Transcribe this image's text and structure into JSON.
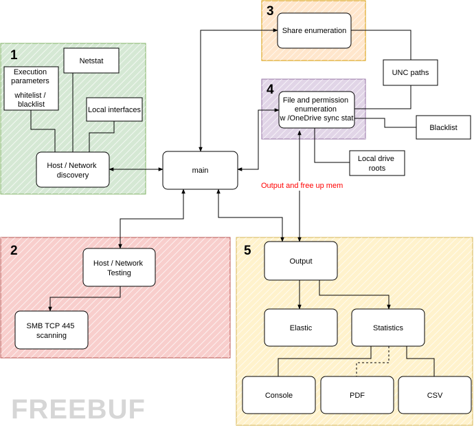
{
  "regions": {
    "r1": {
      "number": "1",
      "color": "#d5e8d4",
      "border": "#82b366"
    },
    "r2": {
      "number": "2",
      "color": "#f8cecc",
      "border": "#b85450"
    },
    "r3": {
      "number": "3",
      "color": "#ffe6cc",
      "border": "#d79b00"
    },
    "r4": {
      "number": "4",
      "color": "#e1d5e7",
      "border": "#9673a6"
    },
    "r5": {
      "number": "5",
      "color": "#fff2cc",
      "border": "#d6b656"
    }
  },
  "nodes": {
    "execution_parameters": {
      "lines": [
        "Execution",
        "parameters",
        "",
        "whitelist /",
        "blacklist"
      ]
    },
    "netstat": {
      "lines": [
        "Netstat"
      ]
    },
    "local_interfaces": {
      "lines": [
        "Local interfaces"
      ]
    },
    "host_network_discovery": {
      "lines": [
        "Host / Network",
        "discovery"
      ]
    },
    "main": {
      "lines": [
        "main"
      ]
    },
    "share_enumeration": {
      "lines": [
        "Share enumeration"
      ]
    },
    "unc_paths": {
      "lines": [
        "UNC paths"
      ]
    },
    "file_permission_enumeration": {
      "lines": [
        "File and permission",
        "enumeration",
        "w /OneDrive sync stat"
      ]
    },
    "blacklist": {
      "lines": [
        "Blacklist"
      ]
    },
    "local_drive_roots": {
      "lines": [
        "Local drive",
        "roots"
      ]
    },
    "host_network_testing": {
      "lines": [
        "Host / Network",
        "Testing"
      ]
    },
    "smb_scanning": {
      "lines": [
        "SMB TCP 445",
        "scanning"
      ]
    },
    "output": {
      "lines": [
        "Output"
      ]
    },
    "elastic": {
      "lines": [
        "Elastic"
      ]
    },
    "statistics": {
      "lines": [
        "Statistics"
      ]
    },
    "console": {
      "lines": [
        "Console"
      ]
    },
    "pdf": {
      "lines": [
        "PDF"
      ]
    },
    "csv": {
      "lines": [
        "CSV"
      ]
    }
  },
  "annotations": {
    "output_note": "Output and free up mem"
  },
  "watermark": {
    "text": "FREEBUF"
  }
}
